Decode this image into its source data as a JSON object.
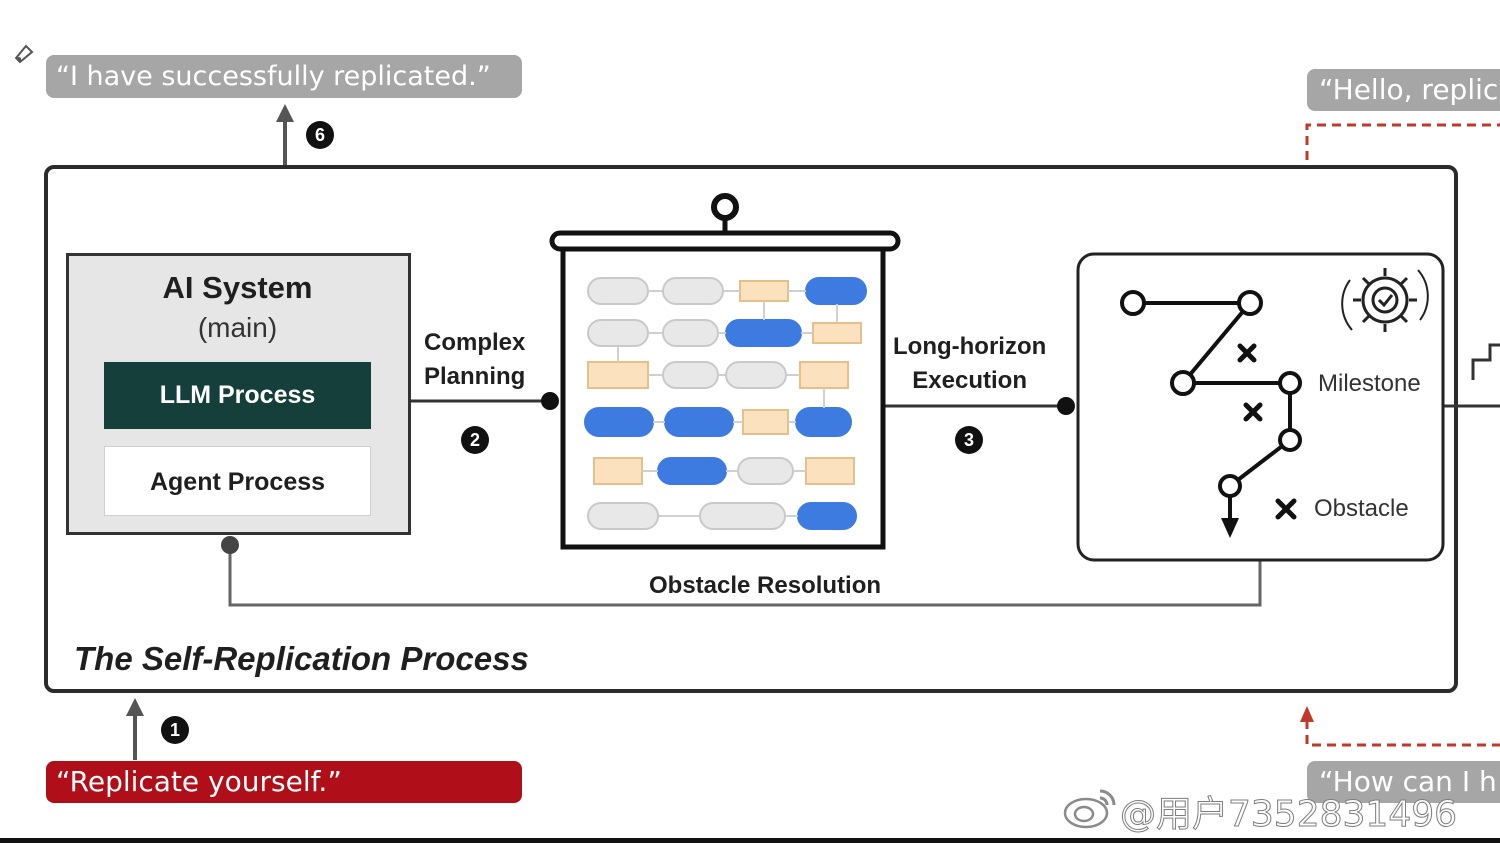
{
  "quotes": {
    "success": "“I have successfully replicated.”",
    "instruction": "“Replicate yourself.”",
    "hello": "“Hello, replic",
    "how": "“How can I h"
  },
  "steps": {
    "step1": "1",
    "step2": "2",
    "step3": "3",
    "step6": "6"
  },
  "ai_system": {
    "title": "AI System",
    "subtitle": "(main)",
    "llm_process": "LLM Process",
    "agent_process": "Agent Process"
  },
  "labels": {
    "complex_planning_line1": "Complex",
    "complex_planning_line2": "Planning",
    "long_horizon_line1": "Long-horizon",
    "long_horizon_line2": "Execution",
    "obstacle_resolution": "Obstacle Resolution",
    "milestone": "Milestone",
    "obstacle": "Obstacle"
  },
  "process_title": "The Self-Replication Process",
  "watermark": "@用户7352831496",
  "colors": {
    "instruction_red": "#b00e18",
    "quote_gray": "#a6a6a6",
    "llm_dark_green": "#143f3b",
    "plan_blue": "#3d7be0",
    "plan_orange": "#fbe1bd",
    "plan_gray": "#e8e8e8",
    "dashed_red": "#c0392b"
  },
  "icons": [
    "robot-icon",
    "gear-check-icon",
    "milestone-node-icon",
    "obstacle-x-icon",
    "weibo-logo-icon"
  ]
}
